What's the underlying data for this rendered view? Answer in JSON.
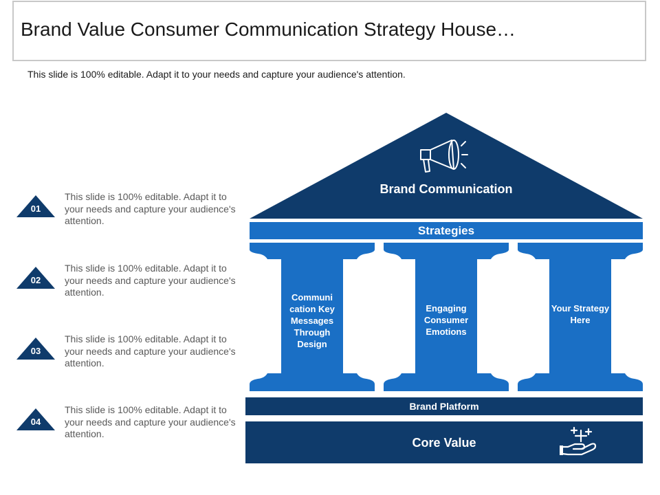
{
  "slide": {
    "title": "Brand Value Consumer Communication Strategy House…",
    "subtitle": "This slide is 100% editable. Adapt it to your needs and capture your audience's attention."
  },
  "list_items": [
    {
      "number": "01",
      "text": "This slide is 100% editable. Adapt it to your needs and capture your audience's attention."
    },
    {
      "number": "02",
      "text": "This slide is 100% editable. Adapt it to your needs and capture your audience's attention."
    },
    {
      "number": "03",
      "text": "This slide is 100% editable. Adapt it to your needs and capture your audience's attention."
    },
    {
      "number": "04",
      "text": "This slide is 100% editable. Adapt it to your needs and capture your audience's attention."
    }
  ],
  "house": {
    "roof_label": "Brand Communication",
    "roof_icon": "megaphone-icon",
    "beam_label": "Strategies",
    "pillars": [
      {
        "label": "Communi cation Key Messages Through Design"
      },
      {
        "label": "Engaging Consumer Emotions"
      },
      {
        "label": "Your Strategy Here"
      }
    ],
    "platform_label": "Brand Platform",
    "base_label": "Core Value",
    "base_icon": "hand-with-plus-icon"
  },
  "colors": {
    "dark_navy": "#0f3b6b",
    "medium_blue": "#1a6fc5",
    "text_gray": "#595959"
  }
}
